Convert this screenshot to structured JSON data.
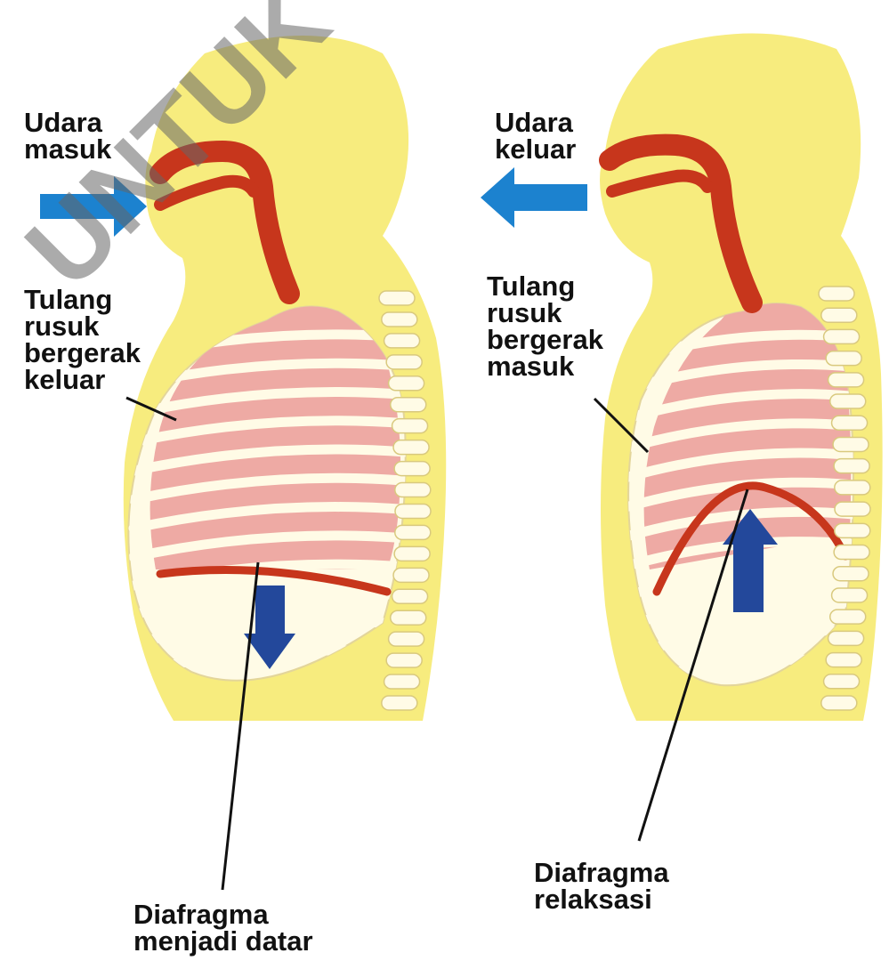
{
  "watermark": "UNTUK",
  "inhale": {
    "air_label": [
      "Udara",
      "masuk"
    ],
    "ribs_label": [
      "Tulang",
      "rusuk",
      "bergerak",
      "keluar"
    ],
    "diaphragm_label": [
      "Diafragma",
      "menjadi datar"
    ]
  },
  "exhale": {
    "air_label": [
      "Udara",
      "keluar"
    ],
    "ribs_label": [
      "Tulang",
      "rusuk",
      "bergerak",
      "masuk"
    ],
    "diaphragm_label": [
      "Diafragma",
      "relaksasi"
    ]
  },
  "colors": {
    "body": "#f7ec7e",
    "lungs": "#eeaaa4",
    "ribs": "#fffbe6",
    "airway": "#c7361c",
    "arrow_air": "#1c82cf",
    "arrow_diaphragm": "#23489b"
  }
}
